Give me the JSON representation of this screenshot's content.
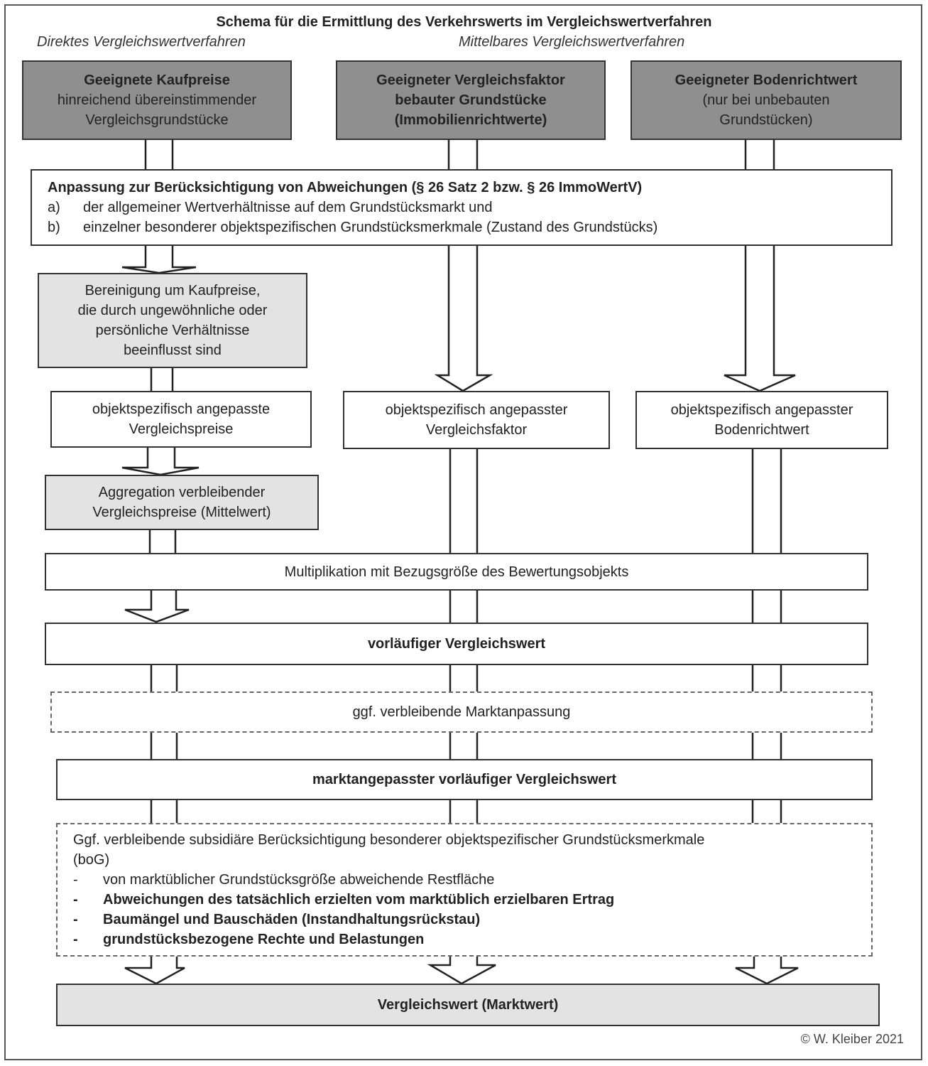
{
  "title": "Schema für die Ermittlung des Verkehrswerts im Vergleichswertverfahren",
  "subtitle_left": "Direktes Vergleichswertverfahren",
  "subtitle_right": "Mittelbares Vergleichswertverfahren",
  "top_boxes": {
    "kaufpreise": {
      "line1": "Geeignete Kaufpreise",
      "line2": "hinreichend übereinstimmender",
      "line3": "Vergleichsgrundstücke"
    },
    "vergleichsfaktor": {
      "line1": "Geeigneter Vergleichsfaktor",
      "line2": "bebauter Grundstücke",
      "line3": "(Immobilienrichtwerte)"
    },
    "bodenrichtwert": {
      "line1": "Geeigneter Bodenrichtwert",
      "line2": "(nur bei unbebauten",
      "line3": "Grundstücken)"
    }
  },
  "anpassung": {
    "heading": "Anpassung zur Berücksichtigung von Abweichungen (§ 26 Satz 2 bzw. § 26 ImmoWertV)",
    "a_label": "a)",
    "a_text": "der allgemeiner Wertverhältnisse auf dem Grundstücksmarkt und",
    "b_label": "b)",
    "b_text": "einzelner besonderer objektspezifischen Grundstücksmerkmale (Zustand des Grundstücks)"
  },
  "bereinigung": {
    "line1": "Bereinigung um Kaufpreise,",
    "line2": "die durch ungewöhnliche oder",
    "line3": "persönliche Verhältnisse",
    "line4": "beeinflusst sind"
  },
  "angepasst": {
    "preise": {
      "line1": "objektspezifisch angepasste",
      "line2": "Vergleichspreise"
    },
    "faktor": {
      "line1": "objektspezifisch angepasster",
      "line2": "Vergleichsfaktor"
    },
    "boden": {
      "line1": "objektspezifisch angepasster",
      "line2": "Bodenrichtwert"
    }
  },
  "aggregation": {
    "line1": "Aggregation verbleibender",
    "line2": "Vergleichspreise (Mittelwert)"
  },
  "multiplikation": "Multiplikation mit Bezugsgröße des Bewertungsobjekts",
  "vorlaeufig": "vorläufiger Vergleichswert",
  "marktanpassung": "ggf. verbleibende Marktanpassung",
  "marktangepasst": "marktangepasster vorläufiger Vergleichswert",
  "bog": {
    "line1": "Ggf. verbleibende subsidiäre Berücksichtigung besonderer objektspezifischer Grundstücksmerkmale",
    "line2": "(boG)",
    "bullet": "-",
    "items": [
      "von marktüblicher Grundstücksgröße abweichende Restfläche",
      "Abweichungen des tatsächlich erzielten vom marktüblich erzielbaren Ertrag",
      "Baumängel und Bauschäden (Instandhaltungsrückstau)",
      "grundstücksbezogene Rechte und Belastungen"
    ]
  },
  "vergleichswert": "Vergleichswert (Marktwert)",
  "copyright": "© W. Kleiber 2021"
}
